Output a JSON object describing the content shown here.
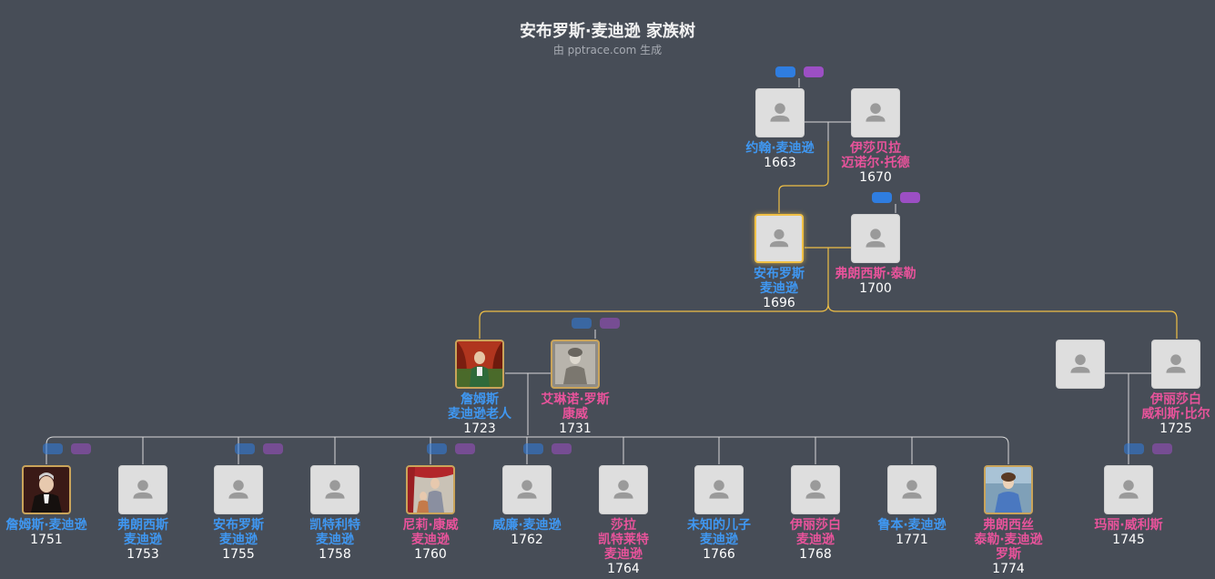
{
  "header": {
    "title": "安布罗斯·麦迪逊 家族树",
    "subtitle": "由 pptrace.com 生成"
  },
  "people": {
    "john": {
      "name": "约翰·麦迪逊",
      "year": "1663"
    },
    "isabella": {
      "name": "伊莎贝拉\n迈诺尔·托德",
      "year": "1670"
    },
    "ambrose": {
      "name": "安布罗斯\n麦迪逊",
      "year": "1696"
    },
    "frances_t": {
      "name": "弗朗西斯·泰勒",
      "year": "1700"
    },
    "james_sr": {
      "name": "詹姆斯\n麦迪逊老人",
      "year": "1723"
    },
    "eleanor": {
      "name": "艾琳诺·罗斯\n康威",
      "year": "1731"
    },
    "spouse_unknown": {
      "name": "",
      "year": ""
    },
    "elizabeth_w": {
      "name": "伊丽莎白\n威利斯·比尔",
      "year": "1725"
    },
    "james": {
      "name": "詹姆斯·麦迪逊",
      "year": "1751"
    },
    "francis": {
      "name": "弗朗西斯\n麦迪逊",
      "year": "1753"
    },
    "ambrose_jr": {
      "name": "安布罗斯\n麦迪逊",
      "year": "1755"
    },
    "catlett": {
      "name": "凯特利特\n麦迪逊",
      "year": "1758"
    },
    "nelly": {
      "name": "尼莉·康威\n麦迪逊",
      "year": "1760"
    },
    "william": {
      "name": "威廉·麦迪逊",
      "year": "1762"
    },
    "sarah": {
      "name": "莎拉\n凯特莱特\n麦迪逊",
      "year": "1764"
    },
    "unknown_son": {
      "name": "未知的儿子\n麦迪逊",
      "year": "1766"
    },
    "elizabeth": {
      "name": "伊丽莎白\n麦迪逊",
      "year": "1768"
    },
    "reuben": {
      "name": "鲁本·麦迪逊",
      "year": "1771"
    },
    "frances": {
      "name": "弗朗西丝\n泰勒·麦迪逊\n罗斯",
      "year": "1774"
    },
    "mary": {
      "name": "玛丽·威利斯",
      "year": "1745"
    }
  },
  "colors": {
    "background": "#474d57",
    "male": "#3f97f1",
    "female": "#e8539b",
    "selected_line": "#f0c045",
    "line": "#d8d8d8"
  }
}
